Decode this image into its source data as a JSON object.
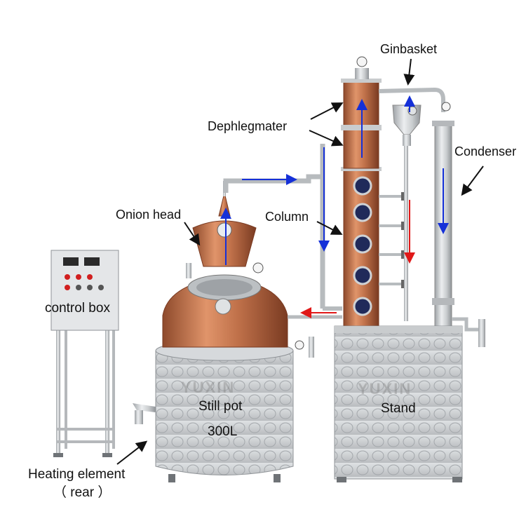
{
  "labels": {
    "ginbasket": "Ginbasket",
    "dephlegmater": "Dephlegmater",
    "condenser": "Condenser",
    "onion_head": "Onion head",
    "column": "Column",
    "control_box": "control box",
    "still_pot": "Still pot",
    "still_pot_volume": "300L",
    "stand": "Stand",
    "heating_element": "Heating element",
    "heating_element_note": "（ rear ）"
  },
  "watermark": "YUXIN",
  "colors": {
    "copper": "#c0714a",
    "steel": "#c9ccce",
    "flow_arrow_blue": "#1530d8",
    "flow_arrow_red": "#e01818",
    "control_box": "#e4e6e8",
    "button_red": "#d11f1f"
  }
}
